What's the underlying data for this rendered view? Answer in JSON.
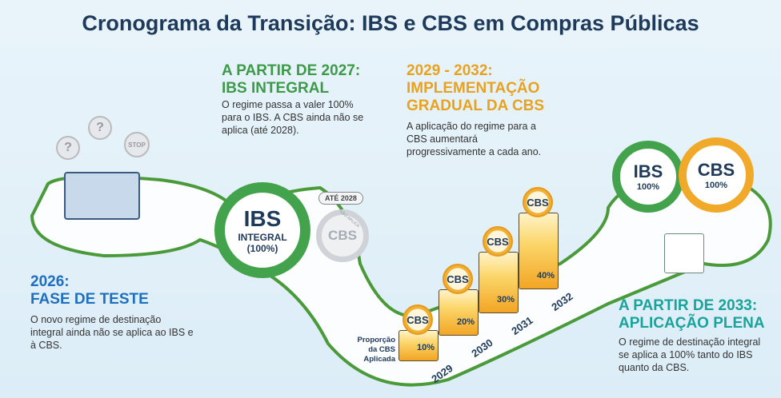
{
  "title": "Cronograma da Transição: IBS e CBS em Compras Públicas",
  "stage_2026": {
    "heading_1": "2026:",
    "heading_2": "FASE DE TESTE",
    "text": "O novo regime de destinação integral ainda não se aplica ao IBS e à CBS.",
    "icons": {
      "question_1": "?",
      "question_2": "?",
      "stop": "STOP"
    }
  },
  "stage_2027": {
    "heading_1": "A PARTIR DE 2027:",
    "heading_2": "IBS INTEGRAL",
    "text": "O regime passa a valer 100% para o IBS. A CBS ainda não se aplica (até 2028).",
    "badge_main": "IBS",
    "badge_sub1": "INTEGRAL",
    "badge_sub2": "(100%)",
    "cbs_tag": "ATÉ 2028",
    "cbs_label": "CBS",
    "cbs_arc": "NÃO APLICA"
  },
  "stage_2029": {
    "heading_1": "2029 - 2032:",
    "heading_2": "IMPLEMENTAÇÃO",
    "heading_3": "GRADUAL DA CBS",
    "text": "A aplicação do regime para a CBS aumentará progressivamente a cada ano.",
    "axis_label": "Proporção da CBS Aplicada"
  },
  "chart_data": {
    "type": "bar",
    "title": "Proporção da CBS Aplicada",
    "categories": [
      "2029",
      "2030",
      "2031",
      "2032"
    ],
    "values": [
      10,
      20,
      30,
      40
    ],
    "labels": [
      "10%",
      "20%",
      "30%",
      "40%"
    ],
    "coin_label": "CBS",
    "ylim": [
      0,
      40
    ]
  },
  "stage_2033": {
    "heading_1": "A PARTIR DE 2033:",
    "heading_2": "APLICAÇÃO PLENA",
    "text": "O regime de destinação integral se aplica a 100% tanto do IBS quanto da CBS.",
    "ibs": "IBS",
    "ibs_pct": "100%",
    "cbs": "CBS",
    "cbs_pct": "100%"
  },
  "colors": {
    "title": "#1e3a5a",
    "green": "#3c9a48",
    "orange": "#e9a220",
    "blue": "#1f6fc0",
    "teal": "#1aa39a"
  }
}
